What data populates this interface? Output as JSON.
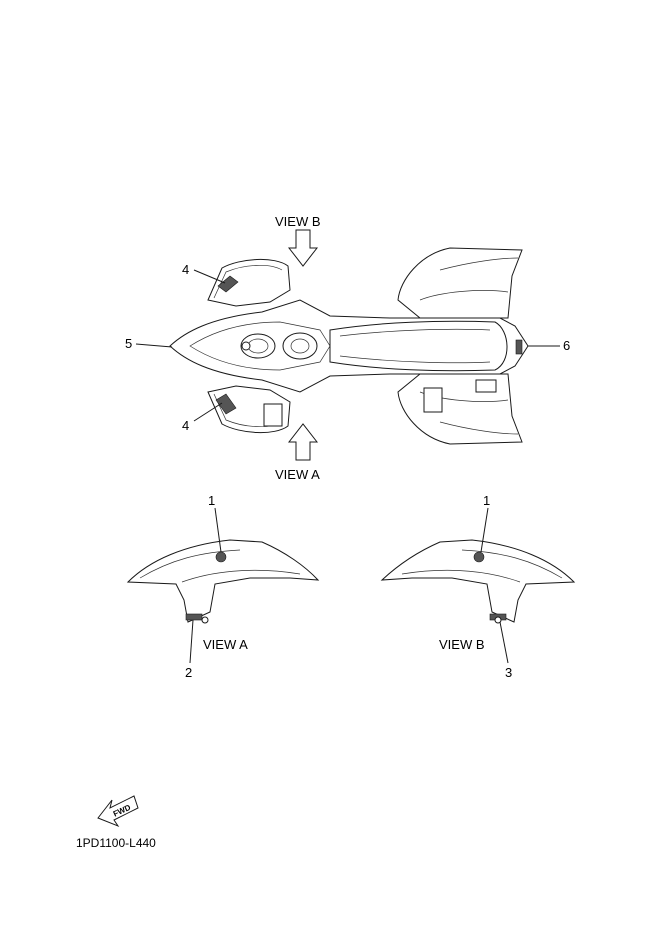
{
  "views": {
    "b_top_label": "VIEW B",
    "a_top_label": "VIEW A",
    "a_side_label": "VIEW A",
    "b_side_label": "VIEW B"
  },
  "callouts": {
    "c4_upper": "4",
    "c4_lower": "4",
    "c5": "5",
    "c6": "6",
    "c1_left": "1",
    "c1_right": "1",
    "c2": "2",
    "c3": "3"
  },
  "fwd_text": "FWD",
  "figure_code": "1PD1100-L440"
}
